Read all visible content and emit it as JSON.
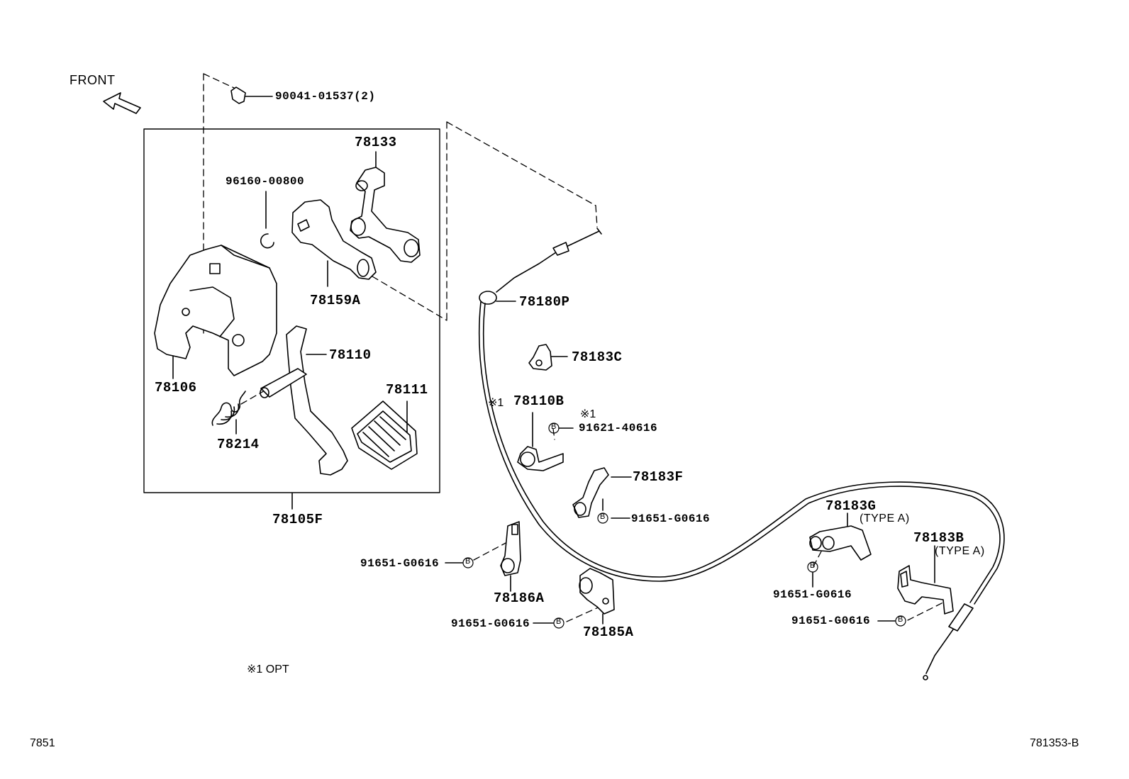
{
  "diagram": {
    "front_label": "FRONT",
    "parts": {
      "p90041": "90041-01537(2)",
      "p78133": "78133",
      "p96160": "96160-00800",
      "p78159A": "78159A",
      "p78180P": "78180P",
      "p78110": "78110",
      "p78106": "78106",
      "p78183C": "78183C",
      "p78111": "78111",
      "p78214": "78214",
      "p78110B": "78110B",
      "p91621": "91621-40616",
      "p78183F": "78183F",
      "p91651_F": "91651-G0616",
      "p78105F": "78105F",
      "p78183G": "78183G",
      "p78183G_type": "(TYPE A)",
      "p78183B": "78183B",
      "p78183B_type": "(TYPE A)",
      "p91651_A": "91651-G0616",
      "p78186A": "78186A",
      "p91651_G": "91651-G0616",
      "p91651_185": "91651-G0616",
      "p78185A": "78185A",
      "p91651_B": "91651-G0616"
    },
    "note_mark_1": "※1",
    "note_mark_2": "※1",
    "bolt_symbol": "B",
    "footnote": "※1 OPT",
    "page_code_left": "7851",
    "page_code_right": "781353-B"
  }
}
